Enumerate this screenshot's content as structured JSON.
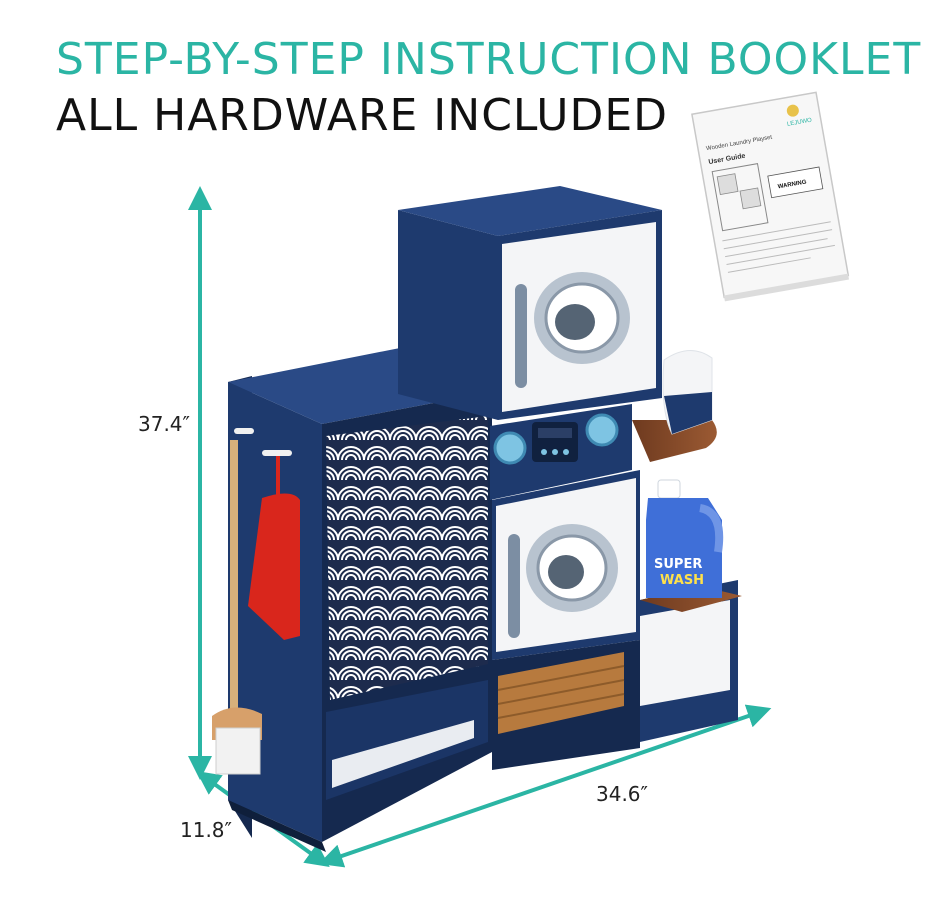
{
  "headline": {
    "line1": "STEP-BY-STEP INSTRUCTION BOOKLET",
    "line2": "ALL HARDWARE INCLUDED"
  },
  "dimensions": {
    "height": "37.4″",
    "width": "34.6″",
    "depth": "11.8″"
  },
  "booklet": {
    "brand": "LEJUWO",
    "subtitle": "Wooden Laundry Playset",
    "guide": "User Guide",
    "warning": "WARNING"
  },
  "detergent": {
    "brand_line1": "SUPER",
    "brand_line2": "WASH"
  },
  "colors": {
    "accent_teal": "#2bb5a4",
    "navy": "#1e3a6e",
    "navy_dark": "#15294f",
    "white_panel": "#f4f5f7",
    "wood": "#8a4b2a",
    "red": "#d9261c",
    "knob_blue": "#7ec4e3"
  },
  "icons": [
    "booklet-image",
    "laundry-playset-image",
    "dimension-arrows"
  ]
}
